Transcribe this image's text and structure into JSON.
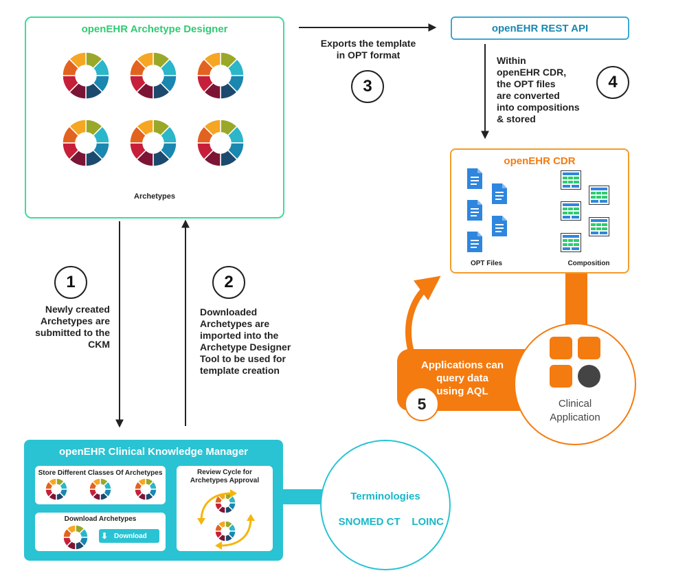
{
  "designer": {
    "title": "openEHR Archetype Designer",
    "archetypes_label": "Archetypes"
  },
  "rest_api": {
    "title": "openEHR REST API"
  },
  "step3": {
    "number": "3",
    "caption_lines": [
      "Exports the template",
      "in OPT format"
    ]
  },
  "step4": {
    "number": "4",
    "caption_lines": [
      "Within",
      "openEHR CDR,",
      "the OPT files",
      "are converted",
      "into compositions",
      "& stored"
    ]
  },
  "cdr": {
    "title": "openEHR CDR",
    "opt_label": "OPT Files",
    "composition_label": "Composition"
  },
  "step1": {
    "number": "1",
    "caption_lines": [
      "Newly created",
      "Archetypes are",
      "submitted to the",
      "CKM"
    ]
  },
  "step2": {
    "number": "2",
    "caption_lines": [
      "Downloaded",
      "Archetypes are",
      "imported into the",
      "Archetype Designer",
      "Tool to be used for",
      "template creation"
    ]
  },
  "step5": {
    "number": "5",
    "caption_lines": [
      "Applications can",
      "query data",
      "using AQL"
    ]
  },
  "clinical_app": {
    "label_lines": [
      "Clinical",
      "Application"
    ]
  },
  "ckm": {
    "title": "openEHR Clinical Knowledge Manager",
    "store_title": "Store Different Classes Of Archetypes",
    "download_title": "Download Archetypes",
    "download_button": "Download",
    "review_title_lines": [
      "Review Cycle for",
      "Archetypes Approval"
    ]
  },
  "terminologies": {
    "title": "Terminologies",
    "items": [
      "SNOMED CT",
      "LOINC"
    ]
  },
  "colors": {
    "green": "#3ddc97",
    "teal": "#29c3d3",
    "orange": "#f47b10",
    "blue": "#3aa7d6",
    "ring": [
      "#9aa82a",
      "#2bb6c9",
      "#1a87b0",
      "#1c4a6e",
      "#7c1535",
      "#c71f3a",
      "#e2631f",
      "#f5a623"
    ]
  }
}
